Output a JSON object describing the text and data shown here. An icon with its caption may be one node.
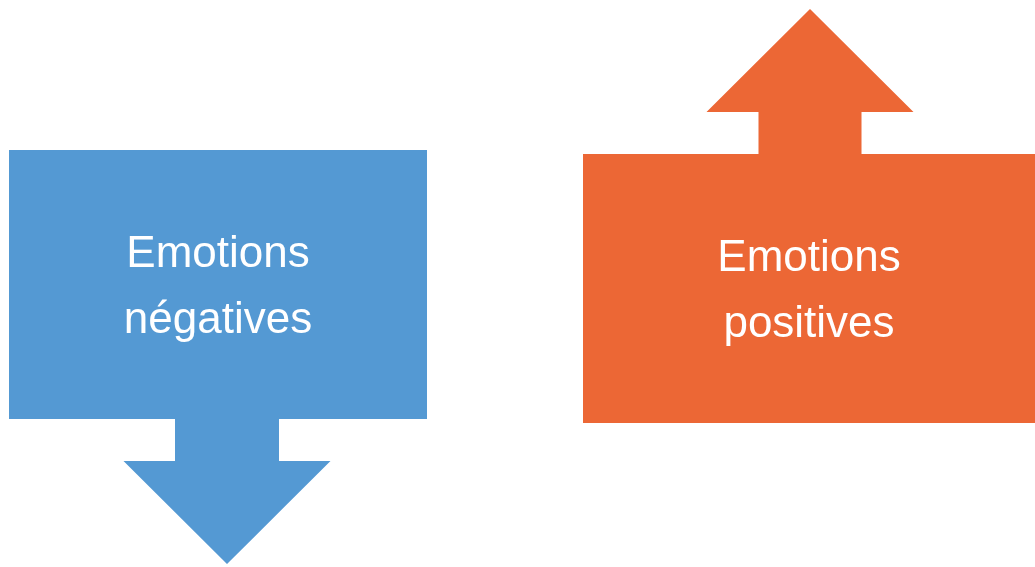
{
  "diagram": {
    "nodes": [
      {
        "text": [
          "Emotions négatives"
        ]
      },
      {
        "text": [
          "Emotions positives"
        ]
      }
    ],
    "edges": [
      {
        "from": 0,
        "to": null,
        "arrow": "to",
        "style": "thick",
        "color": "#5499d3"
      },
      {
        "from": 1,
        "to": null,
        "arrow": "to",
        "style": "thick",
        "color": "#ec6735"
      }
    ]
  }
}
